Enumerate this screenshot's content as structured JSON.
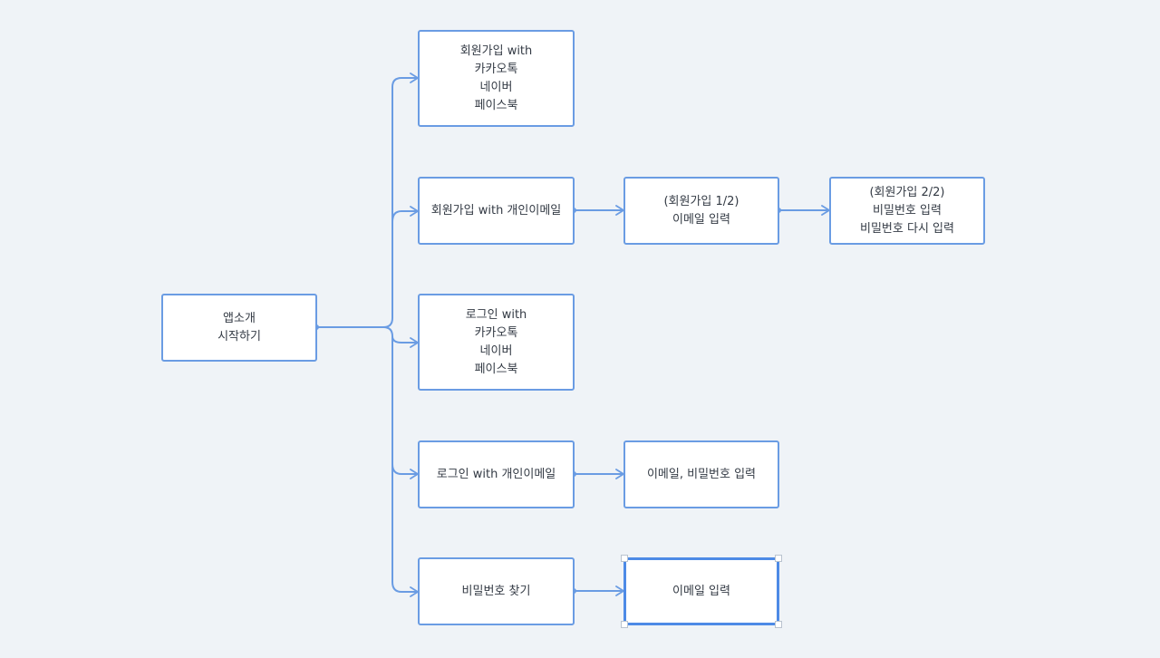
{
  "colors": {
    "background": "#eff3f7",
    "node_border": "#6a9ce3",
    "connector": "#6a9ce3",
    "text": "#333a44"
  },
  "nodes": {
    "app_intro": "앱소개\n시작하기",
    "signup_social": "회원가입 with\n카카오톡\n네이버\n페이스북",
    "signup_email": "회원가입 with 개인이메일",
    "signup_step1": "(회원가입 1/2)\n이메일 입력",
    "signup_step2": "(회원가입 2/2)\n비밀번호 입력\n비밀번호 다시 입력",
    "login_social": "로그인 with\n카카오톡\n네이버\n페이스북",
    "login_email": "로그인  with 개인이메일",
    "login_input": "이메일, 비밀번호 입력",
    "find_password": "비밀번호 찾기",
    "find_password_email": "이메일 입력"
  },
  "selected_node": "find_password_email"
}
